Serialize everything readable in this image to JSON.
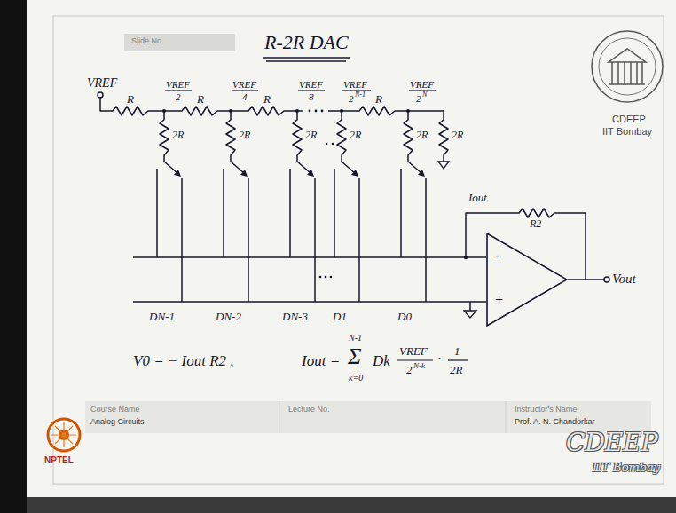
{
  "diagram": {
    "title": "R-2R DAC",
    "nodes": [
      {
        "text": [
          "Slide No"
        ]
      },
      {
        "text": [
          "-",
          "+"
        ]
      }
    ],
    "labels": [
      "VREF",
      "R",
      "R",
      "R",
      "R",
      "VREF",
      "2",
      "VREF",
      "4",
      "VREF",
      "8",
      "VREF",
      "2",
      "N-1",
      "VREF",
      "2",
      "N",
      "2R",
      "2R",
      "2R",
      "2R",
      "2R",
      "2R",
      "Iout",
      "R2",
      "Vout",
      "DN-1",
      "DN-2",
      "DN-3",
      "D1",
      "D0",
      "V0 = − Iout R2 ,",
      "Iout =",
      "Σ",
      "N-1",
      "k=0",
      "Dk",
      "VREF",
      "2",
      "N-k",
      "·",
      "1",
      "2R",
      "CDEEP",
      "IIT Bombay",
      "Course Name",
      "Analog Circuits",
      "Lecture No.",
      "Instructor's Name",
      "Prof. A. N. Chandorkar",
      "NPTEL",
      "CDEEP",
      "IIT Bombay"
    ]
  }
}
